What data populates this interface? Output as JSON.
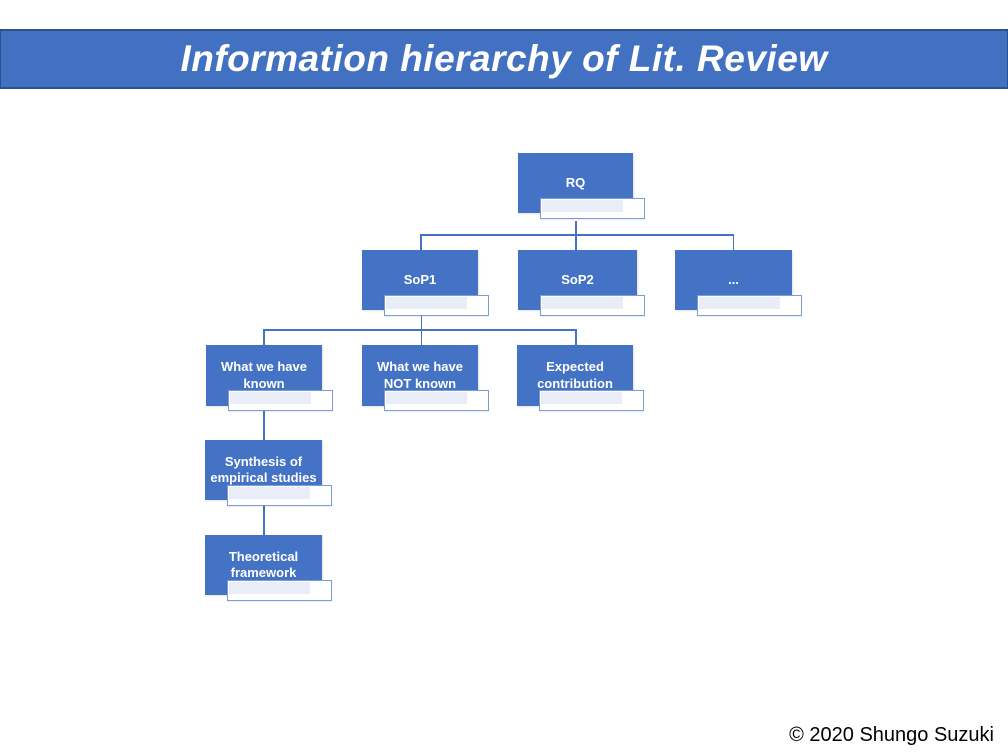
{
  "title": {
    "text": "Information hierarchy of Lit. Review"
  },
  "footer": {
    "copyright": "© 2020 Shungo Suzuki"
  },
  "colors": {
    "banner_fill": "#4371c2",
    "banner_border": "#2c5191",
    "node_fill": "#4472c4",
    "node_text": "#ffffff",
    "connector": "#4472c4",
    "subshape_border": "#7e9cd4",
    "subshape_fill": "#ffffff",
    "subshape_inner_fill": "#e9edf7",
    "copyright_text": "#000000"
  },
  "chart": {
    "type": "org-hierarchy",
    "nodes": [
      {
        "id": "rq",
        "label": "RQ",
        "parent": null
      },
      {
        "id": "sop1",
        "label": "SoP1",
        "parent": "rq"
      },
      {
        "id": "sop2",
        "label": "SoP2",
        "parent": "rq"
      },
      {
        "id": "more",
        "label": "...",
        "parent": "rq"
      },
      {
        "id": "known",
        "label": "What we have known",
        "parent": "sop1"
      },
      {
        "id": "not-known",
        "label": "What we have NOT known",
        "parent": "sop1"
      },
      {
        "id": "expected",
        "label": "Expected contribution",
        "parent": "sop1"
      },
      {
        "id": "synthesis",
        "label": "Synthesis of empirical studies",
        "parent": "known"
      },
      {
        "id": "theoretical",
        "label": "Theoretical framework",
        "parent": "synthesis"
      }
    ]
  }
}
